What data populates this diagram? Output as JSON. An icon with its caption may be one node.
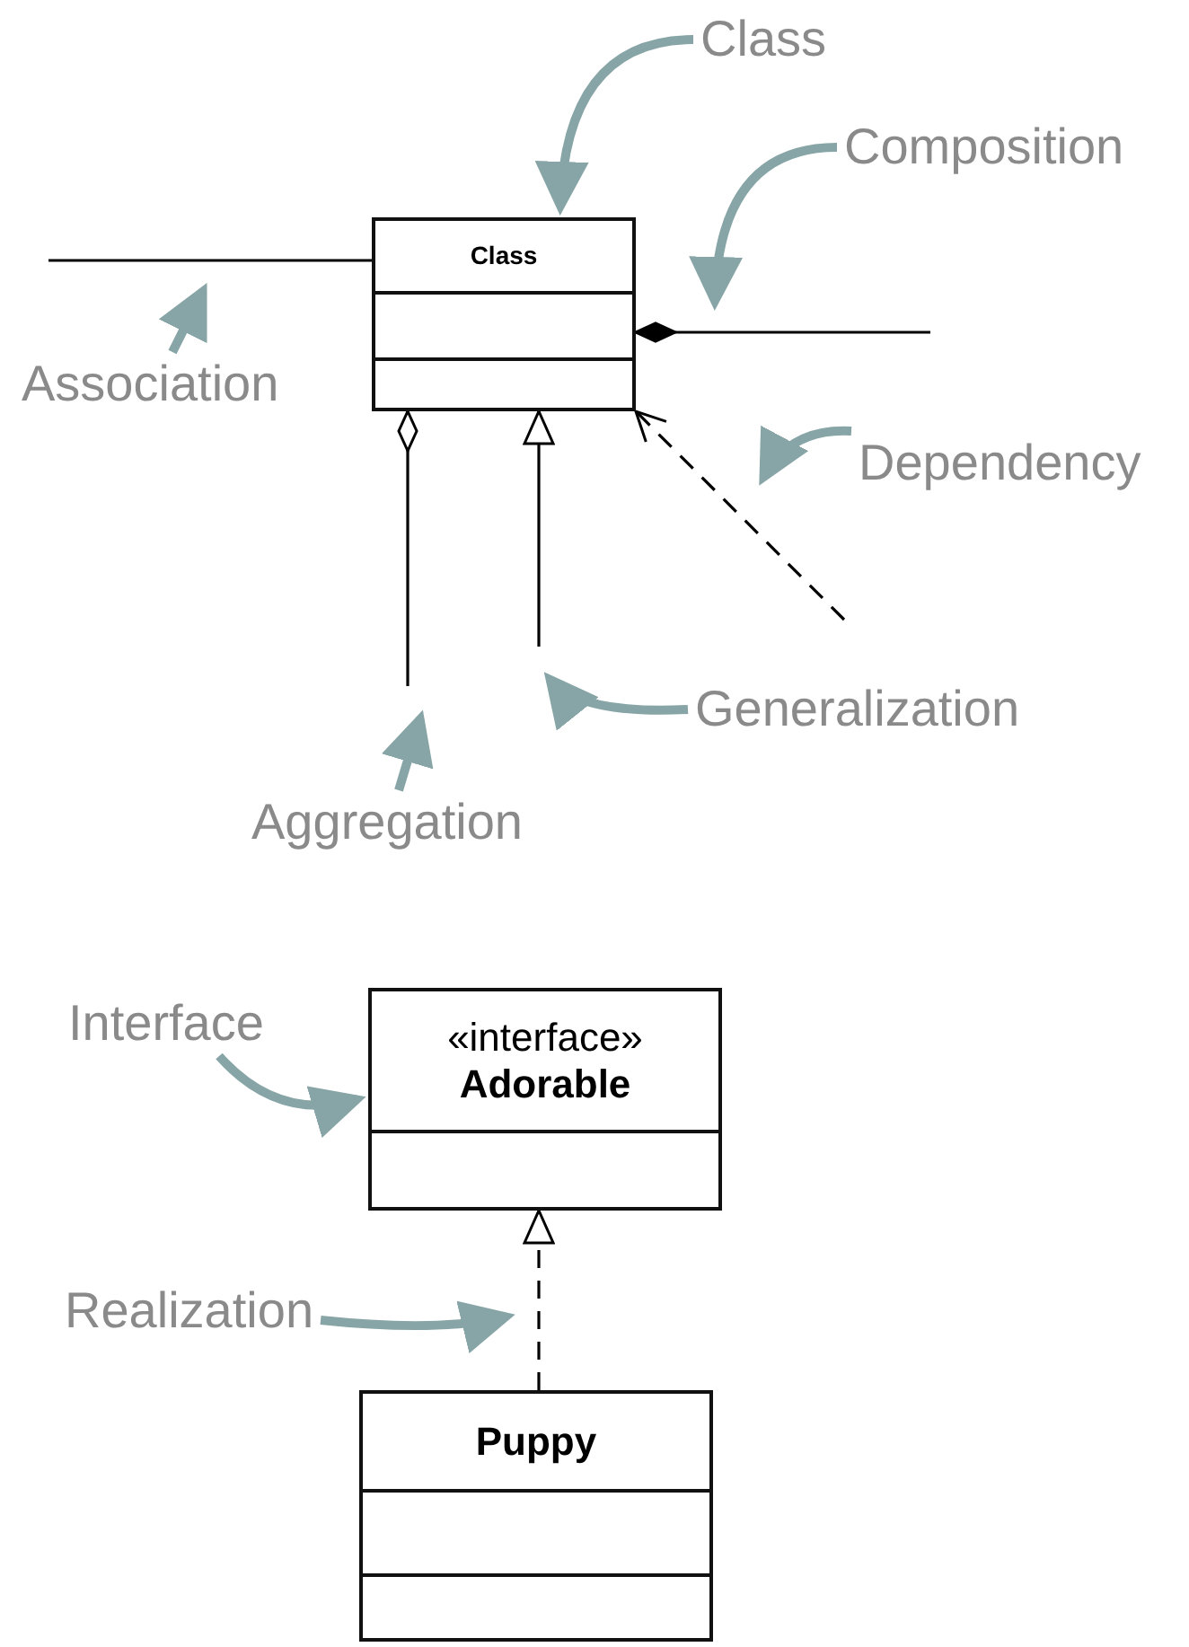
{
  "diagram": {
    "nodes": [
      {
        "text": [
          "Class"
        ]
      },
      {
        "text": [
          "Composition"
        ]
      },
      {
        "text": [
          "Class"
        ]
      },
      {
        "text": [
          "Association"
        ]
      },
      {
        "text": [
          "Dependency"
        ]
      },
      {
        "text": [
          "Generalization"
        ]
      },
      {
        "text": [
          "Aggregation"
        ]
      },
      {
        "text": [
          "Interface"
        ]
      },
      {
        "text": [
          "«interface»",
          "Adorable"
        ]
      },
      {
        "text": [
          "Realization"
        ]
      },
      {
        "text": [
          "Puppy"
        ]
      }
    ],
    "edges": [
      {
        "from": 2,
        "to": null,
        "arrow": "none",
        "color": "#000000"
      },
      {
        "from": 2,
        "to": null,
        "arrow": "other",
        "color": "#000000"
      },
      {
        "from": null,
        "to": 2,
        "arrow": "to",
        "style": "dashed",
        "color": "#000000"
      },
      {
        "from": null,
        "to": 2,
        "arrow": "to",
        "color": "#000000"
      },
      {
        "from": 2,
        "to": null,
        "arrow": "other",
        "color": "#000000"
      },
      {
        "from": 10,
        "to": 8,
        "arrow": "to",
        "style": "dashed",
        "color": "#000000"
      },
      {
        "from": 0,
        "to": 2,
        "arrow": "to"
      },
      {
        "from": 1,
        "to": null,
        "arrow": "to"
      },
      {
        "from": 3,
        "to": null,
        "arrow": "to"
      },
      {
        "from": 4,
        "to": null,
        "arrow": "to"
      },
      {
        "from": 5,
        "to": null,
        "arrow": "to"
      },
      {
        "from": 6,
        "to": null,
        "arrow": "to"
      },
      {
        "from": 7,
        "to": 8,
        "arrow": "to"
      },
      {
        "from": 9,
        "to": null,
        "arrow": "to"
      }
    ]
  }
}
